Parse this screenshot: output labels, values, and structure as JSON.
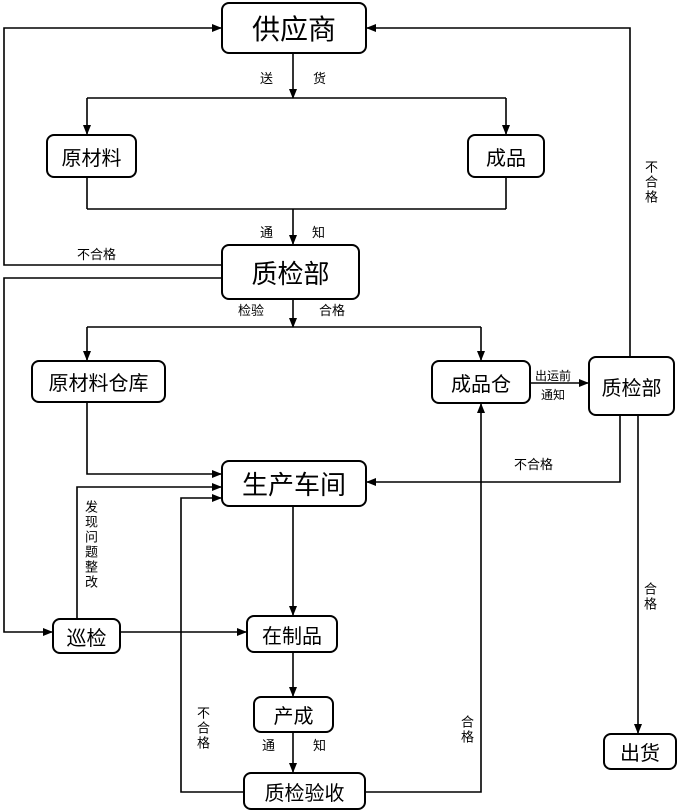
{
  "nodes": {
    "supplier": "供应商",
    "raw_material": "原材料",
    "product": "成品",
    "qc_top": "质检部",
    "raw_warehouse": "原材料仓库",
    "product_warehouse": "成品仓",
    "qc_right": "质检部",
    "workshop": "生产车间",
    "patrol": "巡检",
    "wip": "在制品",
    "output": "产成",
    "acceptance": "质检验收",
    "shipment": "出货"
  },
  "labels": {
    "deliver_1": "送",
    "deliver_2": "货",
    "notify_1": "通",
    "notify_2": "知",
    "reject_left": "不合格",
    "inspect": "检验",
    "pass_top": "合格",
    "ship_notice_1": "出运前",
    "ship_notice_2": "通知",
    "reject_right_top": "不合格",
    "reject_workshop": "不合格",
    "find_issue": "发现问题整改",
    "pass_right": "合格",
    "reject_bottom": "不合格",
    "notify_b1": "通",
    "notify_b2": "知",
    "pass_bottom": "合格"
  }
}
